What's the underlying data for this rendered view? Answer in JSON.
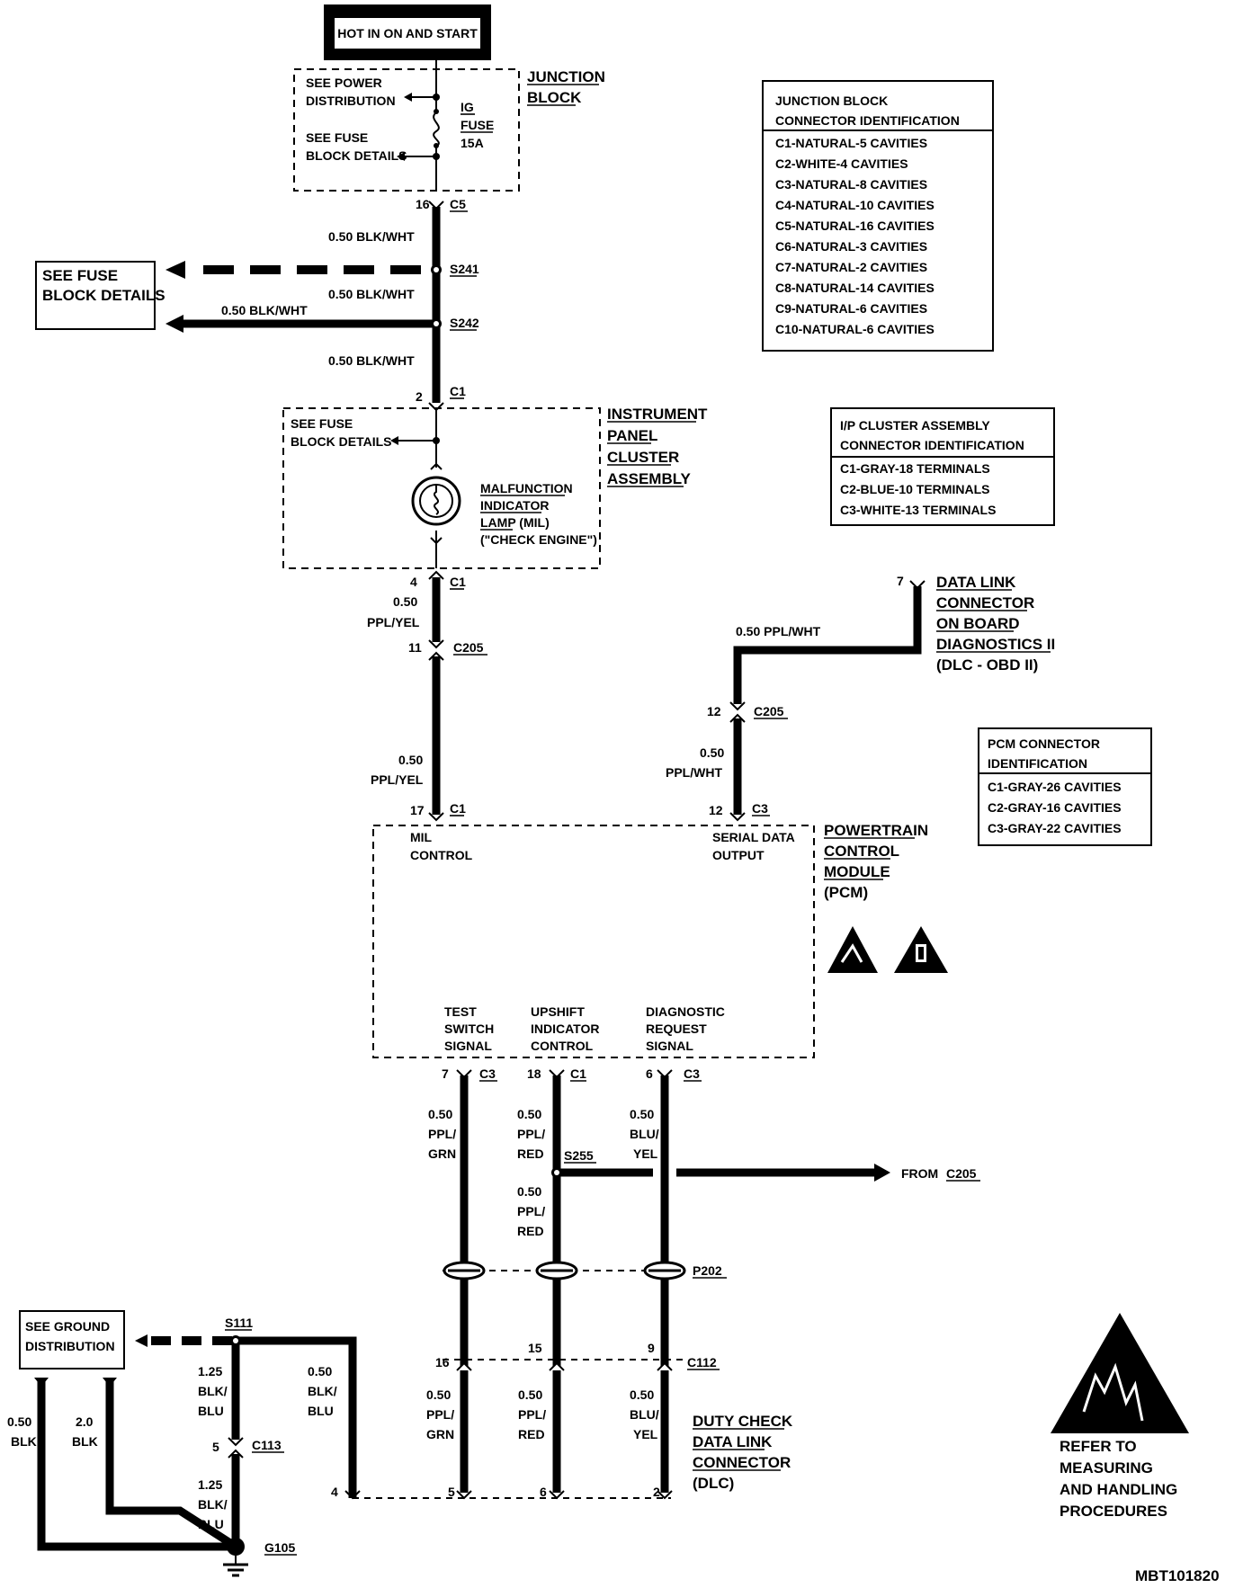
{
  "top_box": "HOT IN ON AND START",
  "junction_block": {
    "title": [
      "JUNCTION",
      "BLOCK"
    ],
    "see_power": [
      "SEE POWER",
      "DISTRIBUTION"
    ],
    "see_fuse": [
      "SEE FUSE",
      "BLOCK DETAILS"
    ],
    "fuse": [
      "IG",
      "FUSE",
      "15A"
    ],
    "pin": "16",
    "conn": "C5"
  },
  "wires": {
    "blk_wht": "0.50 BLK/WHT",
    "ppl_yel": [
      "0.50",
      "PPL/YEL"
    ],
    "ppl_wht_h": "0.50 PPL/WHT",
    "ppl_wht": [
      "0.50",
      "PPL/WHT"
    ],
    "ppl_grn": [
      "0.50",
      "PPL/",
      "GRN"
    ],
    "ppl_red": [
      "0.50",
      "PPL/",
      "RED"
    ],
    "blu_yel": [
      "0.50",
      "BLU/",
      "YEL"
    ],
    "blk_blu_125": [
      "1.25",
      "BLK/",
      "BLU"
    ],
    "blk_blu_050": [
      "0.50",
      "BLK/",
      "BLU"
    ],
    "blk_050": [
      "0.50",
      "BLK"
    ],
    "blk_20": [
      "2.0",
      "BLK"
    ]
  },
  "splices": {
    "s241": "S241",
    "s242": "S242",
    "s255": "S255",
    "s111": "S111"
  },
  "see_fuse_block_left": [
    "SEE FUSE",
    "BLOCK DETAILS"
  ],
  "cluster": {
    "title": [
      "INSTRUMENT",
      "PANEL",
      "CLUSTER",
      "ASSEMBLY"
    ],
    "see_fuse": [
      "SEE FUSE",
      "BLOCK DETAILS"
    ],
    "mil": [
      "MALFUNCTION",
      "INDICATOR",
      "LAMP (MIL)",
      "(\"CHECK ENGINE\")"
    ],
    "pin_top": "2",
    "conn_top": "C1",
    "pin_bottom": "4",
    "conn_bottom": "C1"
  },
  "c205_left": {
    "pin": "11",
    "conn": "C205"
  },
  "c205_right": {
    "pin": "12",
    "conn": "C205"
  },
  "dlc_obd": {
    "pin": "7",
    "title": [
      "DATA LINK",
      "CONNECTOR",
      "ON BOARD",
      "DIAGNOSTICS II"
    ],
    "sub": "(DLC - OBD II)"
  },
  "pcm": {
    "title": [
      "POWERTRAIN",
      "CONTROL",
      "MODULE"
    ],
    "sub": "(PCM)",
    "mil_pin": "17",
    "mil_conn": "C1",
    "mil_label": [
      "MIL",
      "CONTROL"
    ],
    "serial_pin": "12",
    "serial_conn": "C3",
    "serial_label": [
      "SERIAL DATA",
      "OUTPUT"
    ],
    "test_label": [
      "TEST",
      "SWITCH",
      "SIGNAL"
    ],
    "test_pin": "7",
    "test_conn": "C3",
    "upshift_label": [
      "UPSHIFT",
      "INDICATOR",
      "CONTROL"
    ],
    "upshift_pin": "18",
    "upshift_conn": "C1",
    "diag_label": [
      "DIAGNOSTIC",
      "REQUEST",
      "SIGNAL"
    ],
    "diag_pin": "6",
    "diag_conn": "C3"
  },
  "from_c205": {
    "prefix": "FROM ",
    "conn": "C205"
  },
  "p202": "P202",
  "c112": {
    "conn": "C112",
    "pins": [
      "16",
      "15",
      "9"
    ]
  },
  "dlc": {
    "title": [
      "DUTY CHECK",
      "DATA LINK",
      "CONNECTOR"
    ],
    "sub": "(DLC)",
    "pins": [
      "4",
      "5",
      "6",
      "2"
    ]
  },
  "ground": {
    "box": [
      "SEE GROUND",
      "DISTRIBUTION"
    ],
    "c113_pin": "5",
    "c113": "C113",
    "g105": "G105"
  },
  "jb_table": {
    "header": [
      "JUNCTION BLOCK",
      "CONNECTOR IDENTIFICATION"
    ],
    "rows": [
      "C1-NATURAL-5 CAVITIES",
      "C2-WHITE-4 CAVITIES",
      "C3-NATURAL-8 CAVITIES",
      "C4-NATURAL-10 CAVITIES",
      "C5-NATURAL-16 CAVITIES",
      "C6-NATURAL-3 CAVITIES",
      "C7-NATURAL-2 CAVITIES",
      "C8-NATURAL-14 CAVITIES",
      "C9-NATURAL-6 CAVITIES",
      "C10-NATURAL-6 CAVITIES"
    ]
  },
  "ip_table": {
    "header": [
      "I/P CLUSTER ASSEMBLY",
      "CONNECTOR IDENTIFICATION"
    ],
    "rows": [
      "C1-GRAY-18 TERMINALS",
      "C2-BLUE-10 TERMINALS",
      "C3-WHITE-13 TERMINALS"
    ]
  },
  "pcm_table": {
    "header": [
      "PCM CONNECTOR",
      "IDENTIFICATION"
    ],
    "rows": [
      "C1-GRAY-26 CAVITIES",
      "C2-GRAY-16 CAVITIES",
      "C3-GRAY-22 CAVITIES"
    ]
  },
  "esd_note": [
    "REFER TO",
    "MEASURING",
    "AND HANDLING",
    "PROCEDURES"
  ],
  "doc_id": "MBT101820"
}
